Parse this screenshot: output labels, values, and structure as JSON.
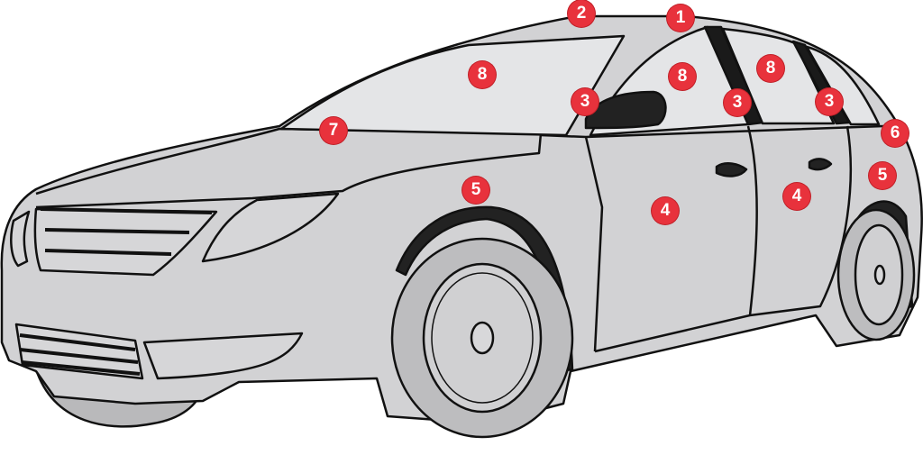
{
  "diagram": {
    "subject": "car",
    "marker_color": "#e8323c",
    "body_color": "#d2d2d4",
    "glass_color": "#e4e5e7",
    "markers": [
      {
        "label": "2"
      },
      {
        "label": "1"
      },
      {
        "label": "8"
      },
      {
        "label": "8"
      },
      {
        "label": "8"
      },
      {
        "label": "3"
      },
      {
        "label": "3"
      },
      {
        "label": "3"
      },
      {
        "label": "7"
      },
      {
        "label": "6"
      },
      {
        "label": "5"
      },
      {
        "label": "5"
      },
      {
        "label": "4"
      },
      {
        "label": "4"
      }
    ]
  }
}
